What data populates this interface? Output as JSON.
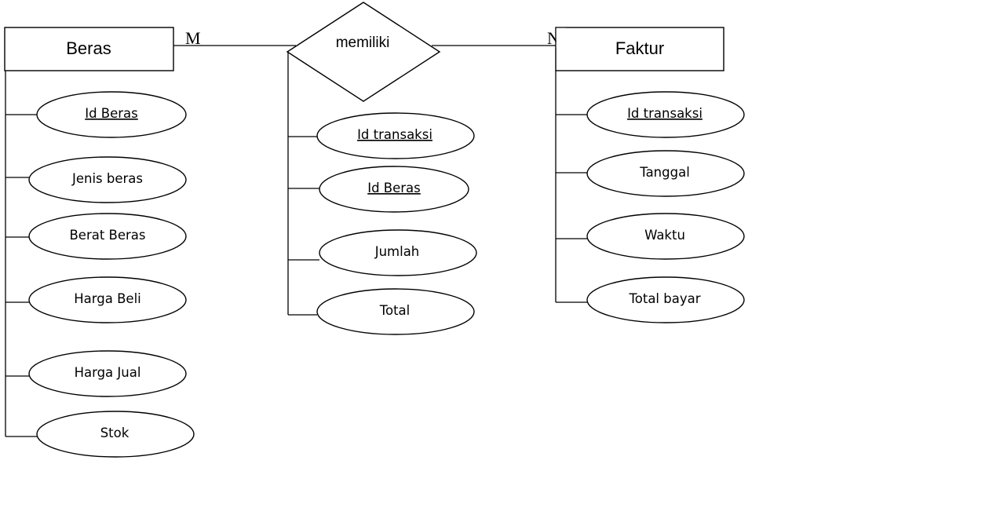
{
  "entities": {
    "beras": {
      "title": "Beras",
      "attributes": [
        {
          "label": "Id Beras",
          "key": true
        },
        {
          "label": "Jenis beras",
          "key": false
        },
        {
          "label": "Berat Beras",
          "key": false
        },
        {
          "label": "Harga Beli",
          "key": false
        },
        {
          "label": "Harga Jual",
          "key": false
        },
        {
          "label": "Stok",
          "key": false
        }
      ]
    },
    "faktur": {
      "title": "Faktur",
      "attributes": [
        {
          "label": "Id transaksi",
          "key": true
        },
        {
          "label": "Tanggal",
          "key": false
        },
        {
          "label": "Waktu",
          "key": false
        },
        {
          "label": "Total bayar",
          "key": false
        }
      ]
    }
  },
  "relationship": {
    "title": "memiliki",
    "attributes": [
      {
        "label": "Id transaksi",
        "key": true
      },
      {
        "label": "Id Beras",
        "key": true
      },
      {
        "label": "Jumlah",
        "key": false
      },
      {
        "label": "Total",
        "key": false
      }
    ]
  },
  "cardinality": {
    "left": "M",
    "right": "N"
  }
}
